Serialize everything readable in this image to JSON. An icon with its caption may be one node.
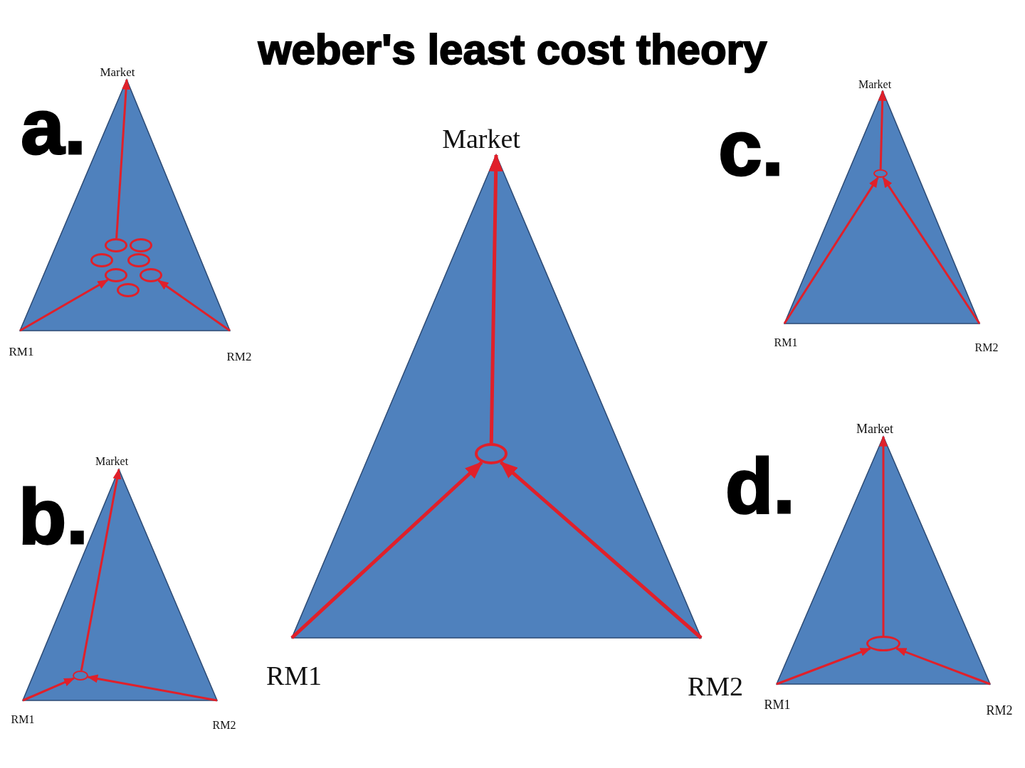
{
  "diagram": {
    "title": "weber's least cost theory",
    "nodes": [
      {
        "text": [
          "Market"
        ]
      },
      {
        "text": [
          "RM1"
        ]
      },
      {
        "text": [
          "RM2"
        ]
      },
      {
        "text": [],
        "shape": "circle"
      },
      {
        "text": [],
        "shape": "circle"
      },
      {
        "text": [],
        "shape": "circle"
      },
      {
        "text": [],
        "shape": "circle"
      },
      {
        "text": [],
        "shape": "circle"
      },
      {
        "text": [],
        "shape": "circle"
      },
      {
        "text": [],
        "shape": "circle"
      },
      {
        "text": [
          "Market"
        ]
      },
      {
        "text": [
          "RM1"
        ]
      },
      {
        "text": [
          "RM2"
        ]
      },
      {
        "text": [],
        "shape": "circle"
      },
      {
        "text": [
          "Market"
        ]
      },
      {
        "text": [
          "RM1"
        ]
      },
      {
        "text": [
          "RM2"
        ]
      },
      {
        "text": [],
        "shape": "circle"
      },
      {
        "text": [
          "Market"
        ]
      },
      {
        "text": [
          "RM1"
        ]
      },
      {
        "text": [
          "RM2"
        ]
      },
      {
        "text": [],
        "shape": "circle"
      },
      {
        "text": [
          "Market"
        ]
      },
      {
        "text": [
          "RM1"
        ]
      },
      {
        "text": [
          "RM2"
        ]
      },
      {
        "text": [],
        "shape": "circle"
      }
    ],
    "edges": [
      {
        "from": 1,
        "to": 7,
        "arrow": "to"
      },
      {
        "from": 2,
        "to": 8,
        "arrow": "to"
      },
      {
        "from": 3,
        "to": 0,
        "arrow": "to"
      },
      {
        "from": 11,
        "to": 13,
        "arrow": "to"
      },
      {
        "from": 12,
        "to": 13,
        "arrow": "to"
      },
      {
        "from": 13,
        "to": 10,
        "arrow": "to"
      },
      {
        "from": 15,
        "to": 17,
        "arrow": "to"
      },
      {
        "from": 16,
        "to": 17,
        "arrow": "to"
      },
      {
        "from": 17,
        "to": 14,
        "arrow": "to"
      },
      {
        "from": 19,
        "to": 21,
        "arrow": "to"
      },
      {
        "from": 20,
        "to": 21,
        "arrow": "to"
      },
      {
        "from": 21,
        "to": 18,
        "arrow": "to"
      },
      {
        "from": 23,
        "to": 25,
        "arrow": "to"
      },
      {
        "from": 24,
        "to": 25,
        "arrow": "to"
      },
      {
        "from": 25,
        "to": 22,
        "arrow": "to"
      }
    ],
    "labels": [
      "a.",
      "c.",
      "b.",
      "d."
    ]
  }
}
